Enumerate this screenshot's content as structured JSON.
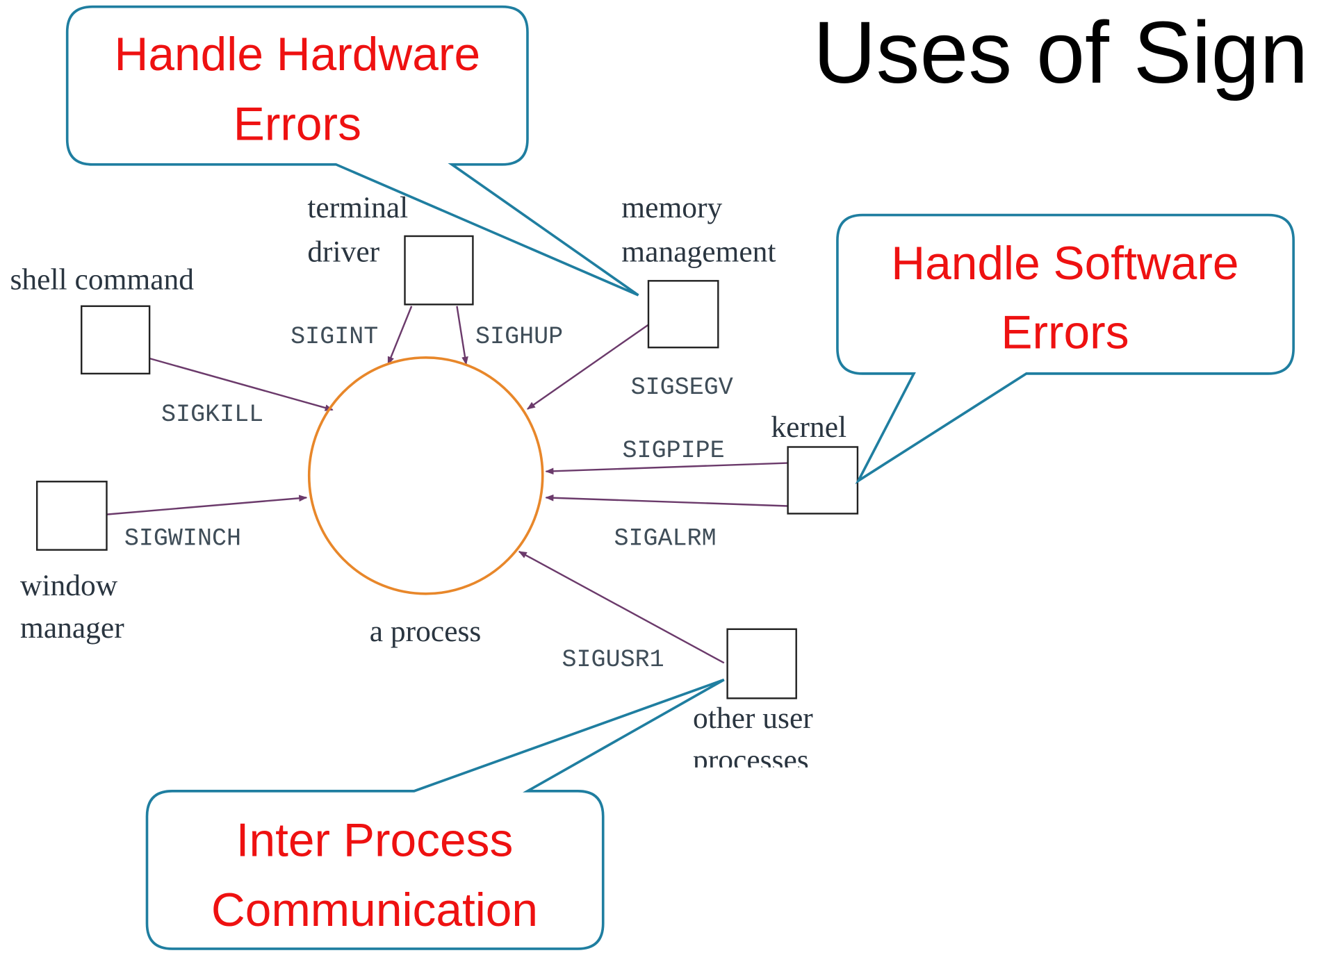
{
  "title": "Uses of Sign",
  "callouts": {
    "hardware": {
      "line1": "Handle Hardware",
      "line2": "Errors"
    },
    "software": {
      "line1": "Handle Software",
      "line2": "Errors"
    },
    "ipc": {
      "line1": "Inter Process",
      "line2": "Communication"
    }
  },
  "nodes": {
    "shell": "shell command",
    "terminal1": "terminal",
    "terminal2": "driver",
    "memory1": "memory",
    "memory2": "management",
    "kernel": "kernel",
    "window1": "window",
    "window2": "manager",
    "process": "a process",
    "other1": "other user",
    "other2": "processes"
  },
  "signals": {
    "sigint": "SIGINT",
    "sighup": "SIGHUP",
    "sigsegv": "SIGSEGV",
    "sigkill": "SIGKILL",
    "sigpipe": "SIGPIPE",
    "sigalrm": "SIGALRM",
    "sigwinch": "SIGWINCH",
    "sigusr1": "SIGUSR1"
  },
  "colors": {
    "callout_border": "#1f7ea0",
    "callout_text": "#ee1111",
    "process_circle": "#e8872a",
    "arrow": "#6b3a6b"
  }
}
